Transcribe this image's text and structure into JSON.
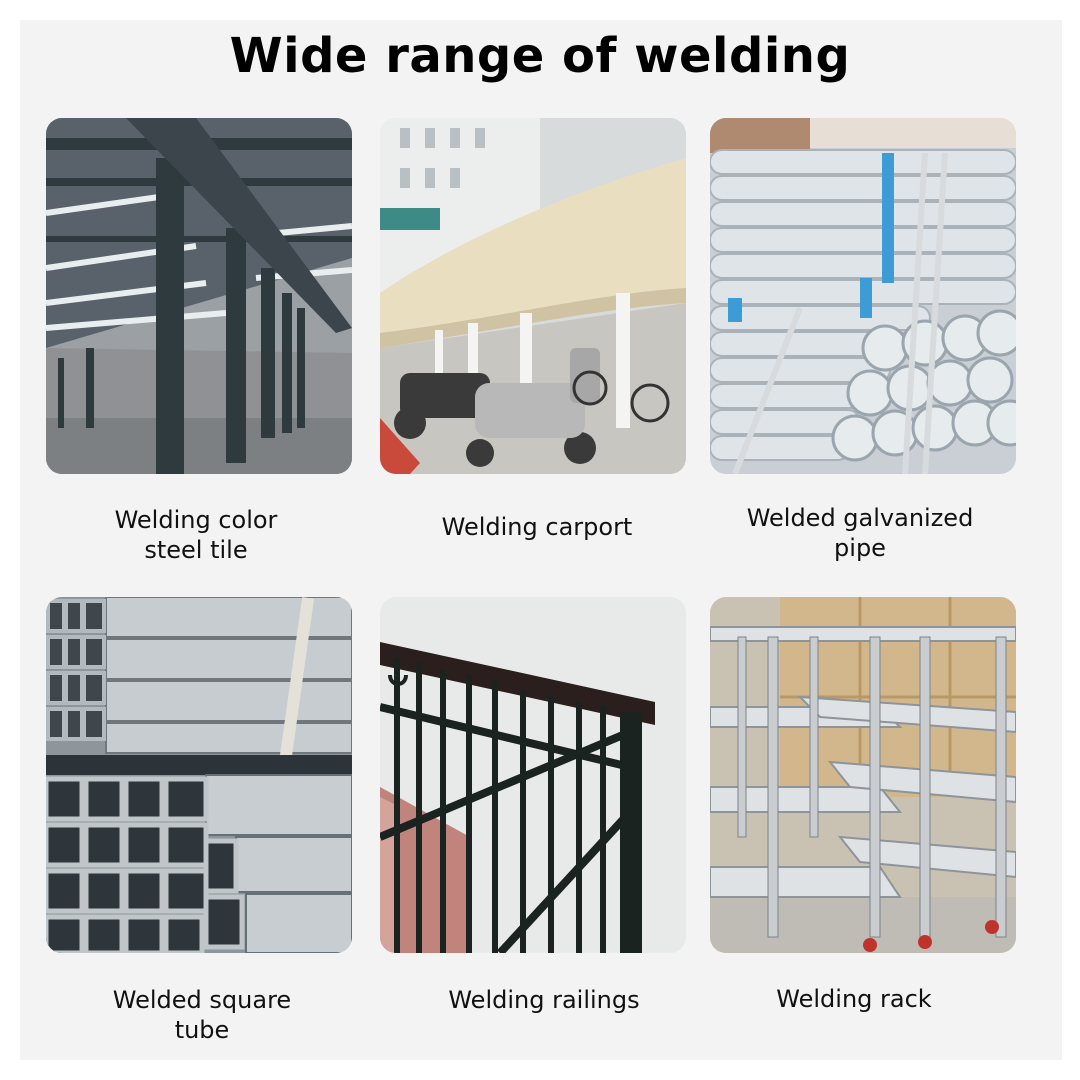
{
  "title": "Wide range of welding",
  "items": [
    {
      "lines": [
        "Welding color",
        "steel tile"
      ],
      "icon": "steel-structure-warehouse-photo"
    },
    {
      "lines": [
        "Welding carport"
      ],
      "icon": "carport-canopy-photo"
    },
    {
      "lines": [
        "Welded galvanized",
        "pipe"
      ],
      "icon": "galvanized-pipes-photo"
    },
    {
      "lines": [
        "Welded square",
        "tube"
      ],
      "icon": "square-tubes-photo"
    },
    {
      "lines": [
        "Welding railings"
      ],
      "icon": "stair-railing-photo"
    },
    {
      "lines": [
        "Welding rack"
      ],
      "icon": "stainless-rack-photo"
    }
  ]
}
